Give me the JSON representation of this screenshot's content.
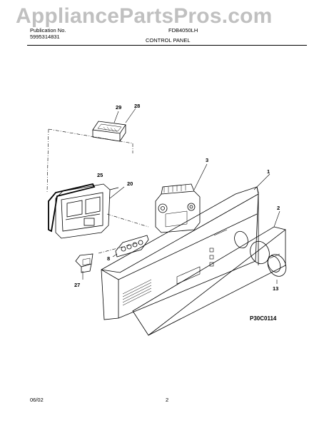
{
  "watermark": "AppliancePartsPros.com",
  "header": {
    "left_line1": "Publication No.",
    "left_line2": "5995314831",
    "model": "FDB4050LH",
    "section_title": "CONTROL PANEL"
  },
  "callouts": {
    "c29": "29",
    "c28": "28",
    "c3": "3",
    "c1": "1",
    "c25": "25",
    "c20": "20",
    "c2": "2",
    "c8": "8",
    "c27": "27",
    "c13": "13"
  },
  "drawing_code": "P30C0114",
  "footer": {
    "date": "06/02",
    "page": "2"
  }
}
